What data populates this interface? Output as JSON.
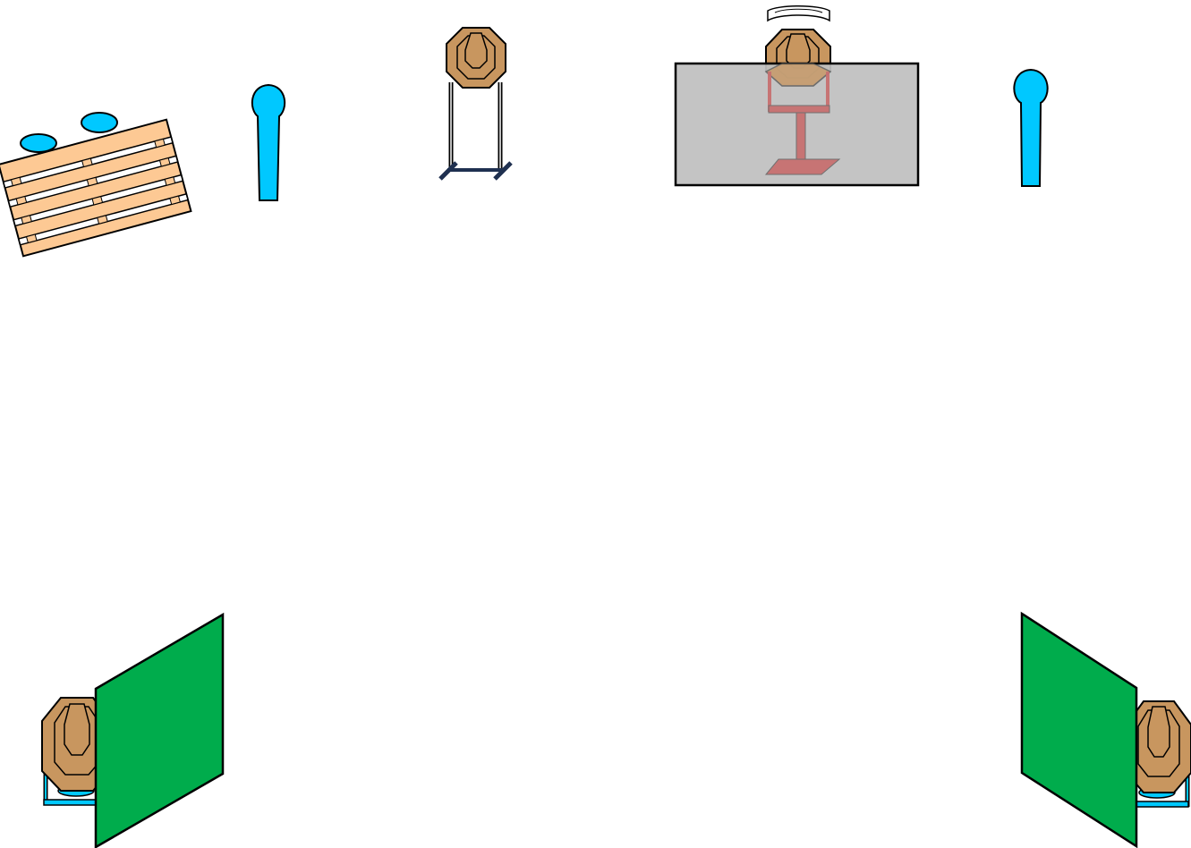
{
  "scene": {
    "type": "stage-diagram",
    "background": "#ffffff",
    "elements": [
      {
        "id": "pallet",
        "label": "",
        "kind": "wooden-pallet-with-no-shoot-poppers"
      },
      {
        "id": "no-shoot-popper-left",
        "kind": "no-shoot-popper"
      },
      {
        "id": "paper-target-on-stand",
        "kind": "ipsc-paper-target-stand"
      },
      {
        "id": "swinger-target",
        "kind": "moving-swinger-target",
        "motion": "rotating"
      },
      {
        "id": "barrier-gray",
        "kind": "vision-barrier"
      },
      {
        "id": "no-shoot-popper-right",
        "kind": "no-shoot-popper"
      },
      {
        "id": "wall-left",
        "kind": "green-wall-panel"
      },
      {
        "id": "target-bottom-left",
        "kind": "ipsc-paper-target"
      },
      {
        "id": "wall-right",
        "kind": "green-wall-panel"
      },
      {
        "id": "target-bottom-right",
        "kind": "ipsc-paper-target"
      }
    ]
  },
  "colors": {
    "target_fill": "#c8965f",
    "no_shoot": "#00c8ff",
    "pallet_wood": "#fdc994",
    "wall_green": "#00ac4c",
    "barrier_gray": "#bfbfbf",
    "swinger_base": "#c85a5a",
    "stand_steel": "#1f3050",
    "outline": "#000000"
  }
}
